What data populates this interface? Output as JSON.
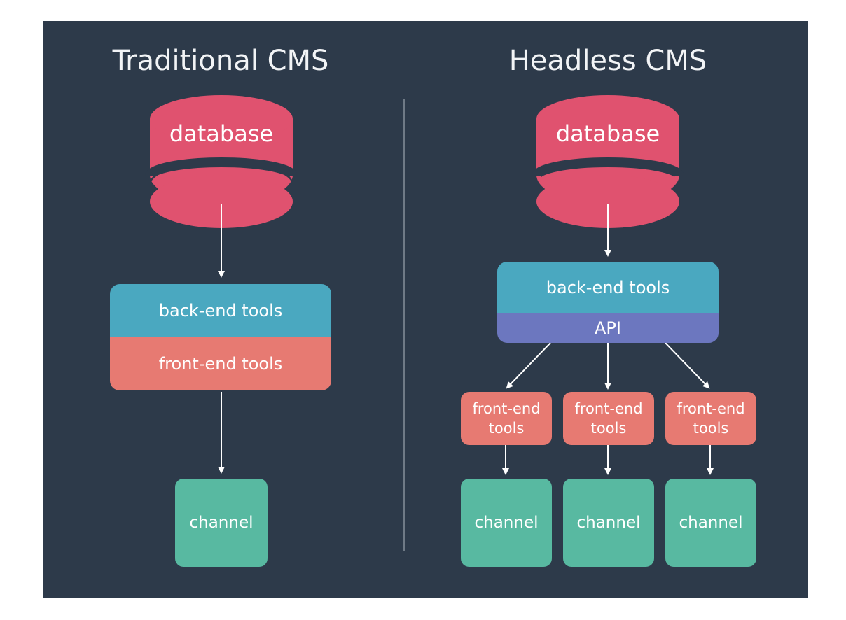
{
  "left": {
    "title": "Traditional CMS",
    "database": "database",
    "backend": "back-end tools",
    "frontend": "front-end tools",
    "channel": "channel"
  },
  "right": {
    "title": "Headless CMS",
    "database": "database",
    "backend": "back-end tools",
    "api": "API",
    "frontend_1": "front-end tools",
    "frontend_2": "front-end tools",
    "frontend_3": "front-end tools",
    "channel_1": "channel",
    "channel_2": "channel",
    "channel_3": "channel"
  },
  "colors": {
    "background": "#2d3a4a",
    "database": "#e0526f",
    "backend": "#4aa8c0",
    "frontend": "#e77a72",
    "api": "#6c77bf",
    "channel": "#58b9a1"
  }
}
